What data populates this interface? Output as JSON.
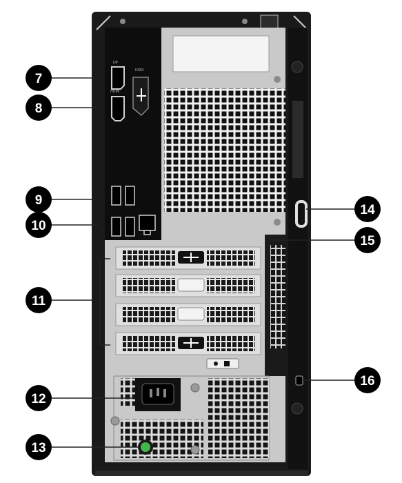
{
  "diagram": {
    "subject": "desktop-tower-rear-view",
    "colors": {
      "chassis": "#1a1a1a",
      "panel": "#c9c9c9",
      "io_panel": "#0d0d0d",
      "callout": "#000000",
      "leader": "#222222",
      "power_led": "#43b649"
    },
    "callouts": [
      {
        "id": "7",
        "label": "7",
        "side": "left",
        "target": "displayport"
      },
      {
        "id": "8",
        "label": "8",
        "side": "left",
        "target": "hdmi-port"
      },
      {
        "id": "9",
        "label": "9",
        "side": "left",
        "target": "usb-2-ports"
      },
      {
        "id": "10",
        "label": "10",
        "side": "left",
        "target": "usb-3-ports-and-ethernet"
      },
      {
        "id": "11",
        "label": "11",
        "side": "left",
        "target": "expansion-card-slots"
      },
      {
        "id": "12",
        "label": "12",
        "side": "left",
        "target": "power-connector"
      },
      {
        "id": "13",
        "label": "13",
        "side": "left",
        "target": "power-supply-diagnostic-led"
      },
      {
        "id": "14",
        "label": "14",
        "side": "right",
        "target": "padlock-ring"
      },
      {
        "id": "15",
        "label": "15",
        "side": "right",
        "target": "security-cable-slot-upper"
      },
      {
        "id": "16",
        "label": "16",
        "side": "right",
        "target": "kensington-lock-slot"
      }
    ],
    "port_labels": {
      "audio": "IOIOI",
      "hdmi": "HDMI"
    }
  }
}
